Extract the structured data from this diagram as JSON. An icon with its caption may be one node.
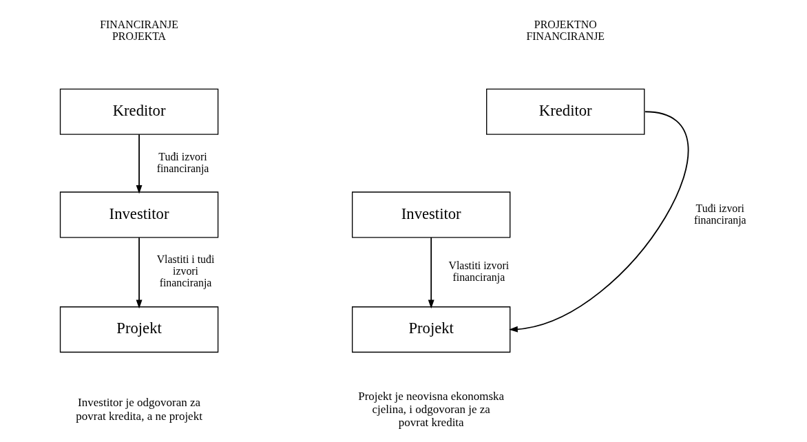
{
  "diagram": {
    "nodes": [
      {
        "text": [
          "Kreditor"
        ]
      },
      {
        "text": [
          "Investitor"
        ]
      },
      {
        "text": [
          "Projekt"
        ],
        "beside": [
          "Investitor je odgovoran za povrat kredita, a ne projekt"
        ]
      },
      {
        "text": [
          "Kreditor"
        ]
      },
      {
        "text": [
          "Investitor"
        ]
      },
      {
        "text": [
          "Projekt"
        ],
        "beside": [
          "Projekt je neovisna ekonomska cjelina, i odgovoran je za povrat kredita"
        ]
      }
    ],
    "edges": [
      {
        "from": 0,
        "to": 1,
        "arrow": "to",
        "label": "Tuđi izvori financiranja"
      },
      {
        "from": 1,
        "to": 2,
        "arrow": "to",
        "label": "Vlastiti i tuđi izvori financiranja"
      },
      {
        "from": 3,
        "to": 5,
        "arrow": "to",
        "label": "Tuđi izvori financiranja"
      },
      {
        "from": 4,
        "to": 5,
        "arrow": "to",
        "label": "Vlastiti izvori financiranja"
      }
    ],
    "labels": [
      "FINANCIRANJE PROJEKTA",
      "PROJEKTNO FINANCIRANJE"
    ]
  }
}
